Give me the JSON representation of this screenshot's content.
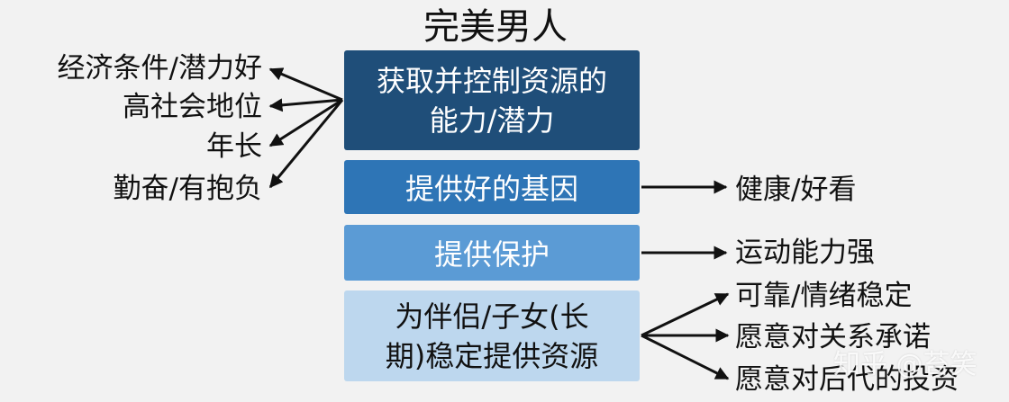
{
  "title": "完美男人",
  "boxes": [
    {
      "line1": "获取并控制资源的",
      "line2": "能力/潜力"
    },
    {
      "line1": "提供好的基因"
    },
    {
      "line1": "提供保护"
    },
    {
      "line1": "为伴侣/子女(长",
      "line2": "期)稳定提供资源"
    }
  ],
  "left_labels": [
    "经济条件/潜力好",
    "高社会地位",
    "年长",
    "勤奋/有抱负"
  ],
  "right_labels": {
    "genes": [
      "健康/好看"
    ],
    "protection": [
      "运动能力强"
    ],
    "resources": [
      "可靠/情绪稳定",
      "愿意对关系承诺",
      "愿意对后代的投资"
    ]
  },
  "watermark": "知乎 @苔笑"
}
